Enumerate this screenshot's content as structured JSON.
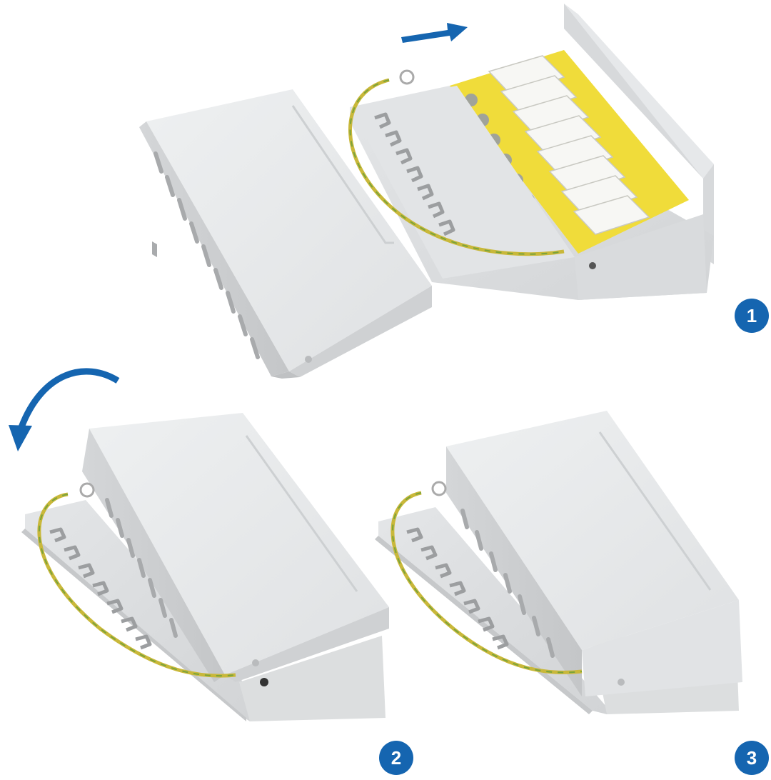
{
  "steps": [
    {
      "label": "1"
    },
    {
      "label": "2"
    },
    {
      "label": "3"
    }
  ],
  "colors": {
    "accent": "#1565b0",
    "housing_light": "#e9eaeb",
    "housing_mid": "#dcdddf",
    "housing_shadow": "#c6c8ca",
    "pcb_yellow": "#f2e24a",
    "ground_wire_green": "#7aa33a",
    "ground_wire_yellow": "#e3c73a",
    "connector_white": "#f7f7f4"
  },
  "icons": {
    "slide_arrow": "arrow-right-icon",
    "rotate_arrow": "curved-arrow-icon"
  }
}
